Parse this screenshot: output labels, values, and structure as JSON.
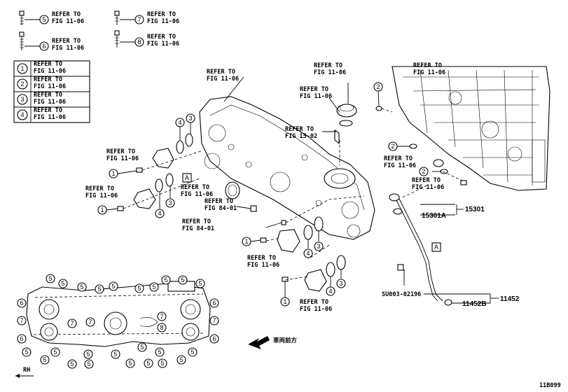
{
  "refer_fig_11_06": "REFER TO\nFIG 11-06",
  "refer_fig_15_02": "REFER TO\nFIG 15-02",
  "refer_fig_84_01": "REFER TO\nFIG 84-01",
  "legend": {
    "rows": [
      {
        "num": "1",
        "text": "REFER TO\nFIG 11-06"
      },
      {
        "num": "2",
        "text": "REFER TO\nFIG 11-06"
      },
      {
        "num": "3",
        "text": "REFER TO\nFIG 11-06"
      },
      {
        "num": "4",
        "text": "REFER TO\nFIG 11-06"
      }
    ]
  },
  "bolt_refs": [
    {
      "num": "5",
      "text": "REFER TO\nFIG 11-06"
    },
    {
      "num": "6",
      "text": "REFER TO\nFIG 11-06"
    },
    {
      "num": "7",
      "text": "REFER TO\nFIG 11-06"
    },
    {
      "num": "8",
      "text": "REFER TO\nFIG 11-06"
    }
  ],
  "part_numbers": {
    "p15301": "15301",
    "p15301A": "15301A",
    "p11452": "11452",
    "p11452B": "11452B",
    "su003": "SU003-02196"
  },
  "marker_a": "A",
  "front_label": "車両前方",
  "rh_label": "RH",
  "figure_code": "11B099"
}
